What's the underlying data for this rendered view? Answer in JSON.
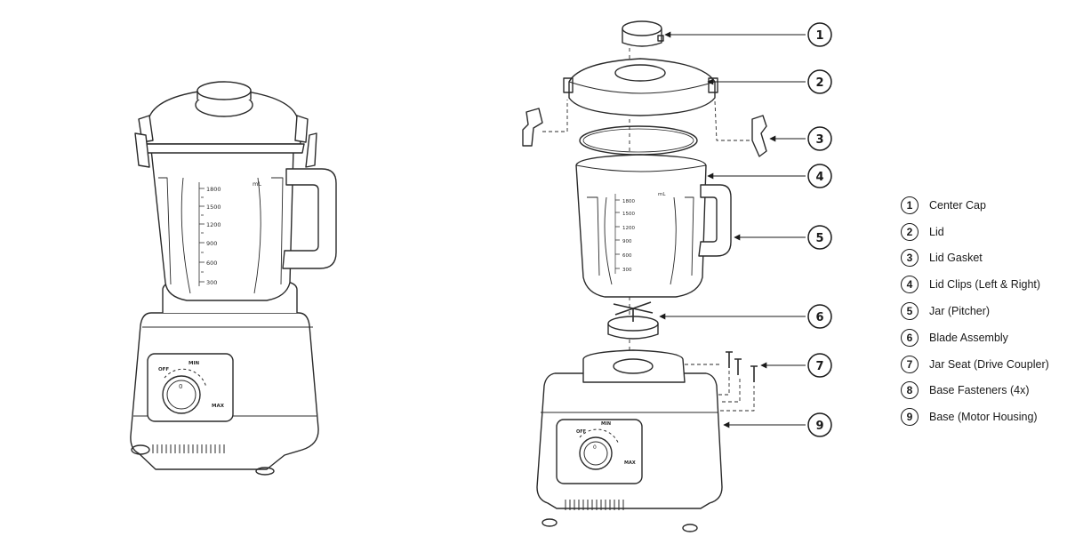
{
  "callouts": [
    {
      "num": "1",
      "label": "Center Cap"
    },
    {
      "num": "2",
      "label": "Lid"
    },
    {
      "num": "3",
      "label": "Lid Gasket"
    },
    {
      "num": "4",
      "label": "Lid Clips (Left & Right)"
    },
    {
      "num": "5",
      "label": "Jar (Pitcher)"
    },
    {
      "num": "6",
      "label": "Blade Assembly"
    },
    {
      "num": "7",
      "label": "Jar Seat (Drive Coupler)"
    },
    {
      "num": "8",
      "label": "Base Fasteners (4x)"
    },
    {
      "num": "9",
      "label": "Base (Motor Housing)"
    }
  ],
  "diagram_callouts": [
    "1",
    "2",
    "3",
    "4",
    "5",
    "6",
    "7",
    "9"
  ],
  "jar_markings": {
    "unit": "mL",
    "graduations": [
      "1800",
      "1500",
      "1200",
      "900",
      "600",
      "300"
    ]
  },
  "dial": {
    "off": "OFF",
    "min": "MIN",
    "max": "MAX",
    "knob_mark": "0"
  }
}
